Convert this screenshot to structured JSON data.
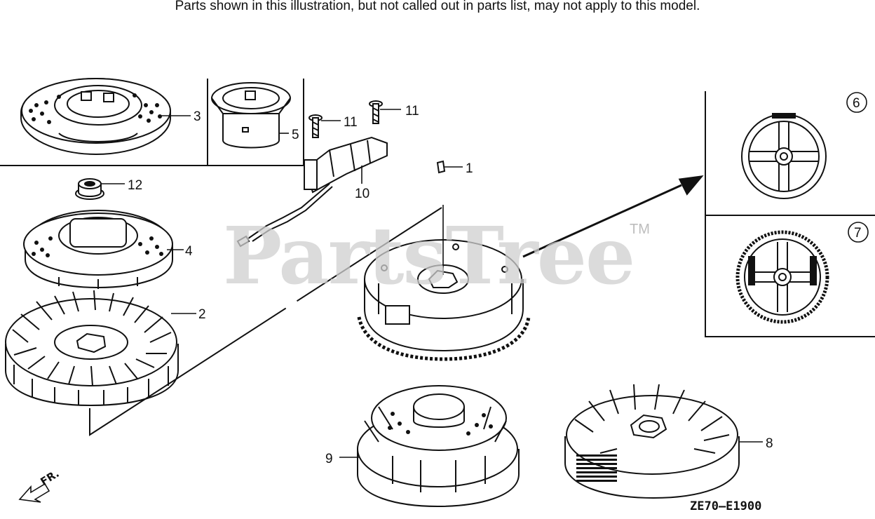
{
  "note": "Parts shown in this illustration, but not called out in parts list, may not apply to this model.",
  "watermark": "PartsTree",
  "trademark": "TM",
  "diagram_code": "ZE70—E1900",
  "direction_label": "FR.",
  "callouts": {
    "c1": "1",
    "c2": "2",
    "c3": "3",
    "c4": "4",
    "c5": "5",
    "c6": "6",
    "c7": "7",
    "c8": "8",
    "c9": "9",
    "c10": "10",
    "c11a": "11",
    "c11b": "11",
    "c12": "12"
  },
  "colors": {
    "line": "#111111",
    "watermark": "#cfcfcf",
    "background": "#ffffff"
  }
}
